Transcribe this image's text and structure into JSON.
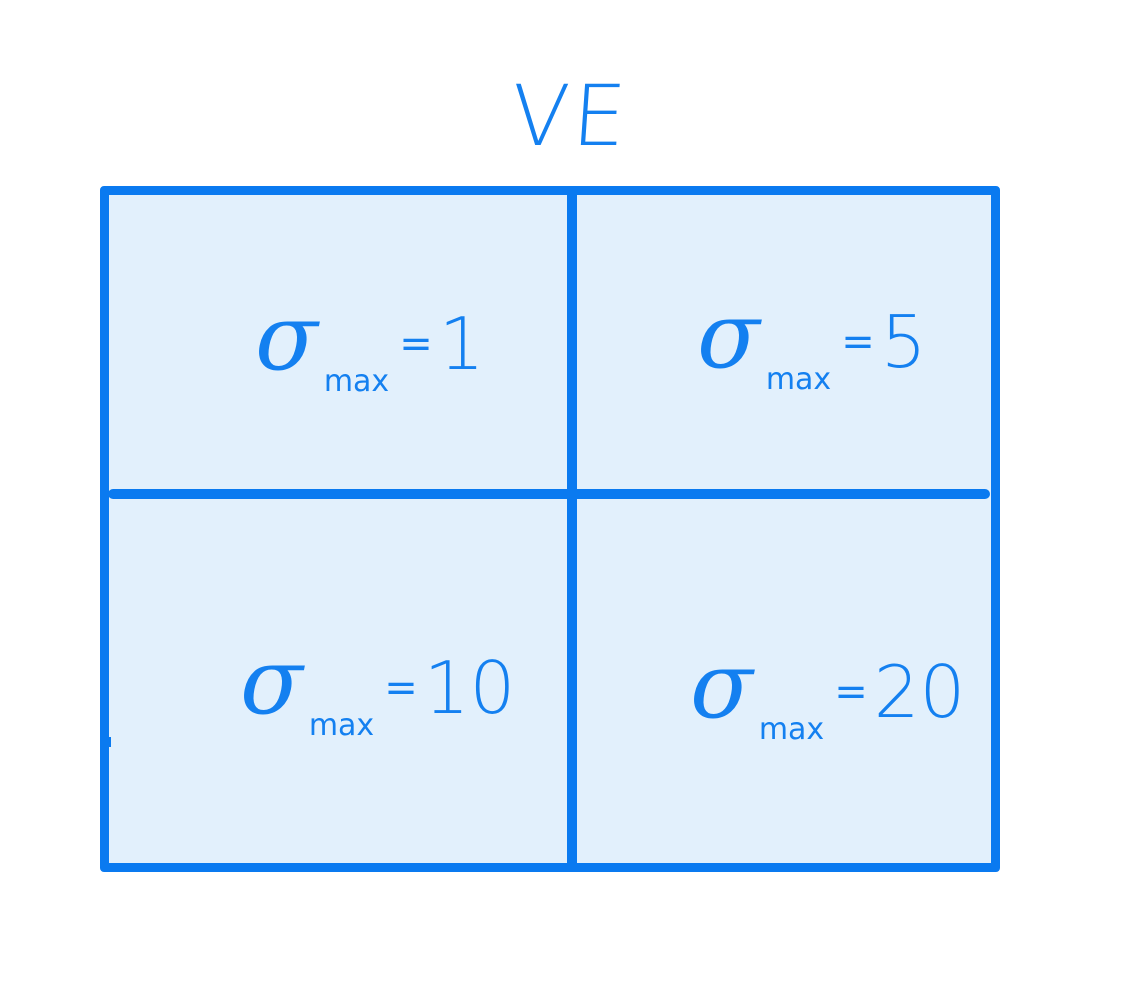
{
  "title": "VE",
  "colors": {
    "ink": "#0a7af0",
    "cell_fill": "#e2f0fc",
    "background": "#ffffff"
  },
  "cells": [
    {
      "symbol": "σ",
      "subscript": "max",
      "operator": "=",
      "value": "1"
    },
    {
      "symbol": "σ",
      "subscript": "max",
      "operator": "=",
      "value": "5"
    },
    {
      "symbol": "σ",
      "subscript": "max",
      "operator": "=",
      "value": "10"
    },
    {
      "symbol": "σ",
      "subscript": "max",
      "operator": "=",
      "value": "20"
    }
  ]
}
